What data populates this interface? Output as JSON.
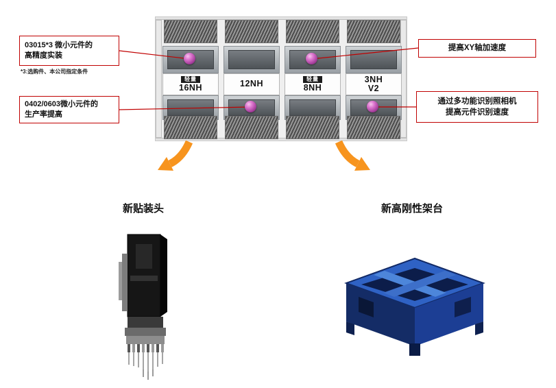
{
  "diagram": {
    "machine": {
      "modules": [
        {
          "badge": "轻量",
          "model": "16NH"
        },
        {
          "model": "12NH"
        },
        {
          "badge": "轻量",
          "model": "8NH"
        },
        {
          "model": "3NH",
          "model_line2": "V2"
        }
      ]
    },
    "callouts": {
      "left": [
        {
          "lines": [
            "03015*3 微小元件的",
            "高精度实装"
          ],
          "footnote": "*3:选购件、本公司指定条件"
        },
        {
          "lines": [
            "0402/0603微小元件的",
            "生产率提高"
          ]
        }
      ],
      "right": [
        {
          "lines": [
            "提高XY轴加速度"
          ]
        },
        {
          "lines": [
            "通过多功能识别照相机",
            "提高元件识别速度"
          ]
        }
      ]
    },
    "sections": {
      "head": {
        "title": "新贴装头"
      },
      "frame": {
        "title": "新高刚性架台"
      }
    },
    "colors": {
      "callout_border": "#c00000",
      "connector_line": "#c00000",
      "arrow_orange": "#f7941e",
      "sphere_purple": "#a23b98"
    }
  }
}
